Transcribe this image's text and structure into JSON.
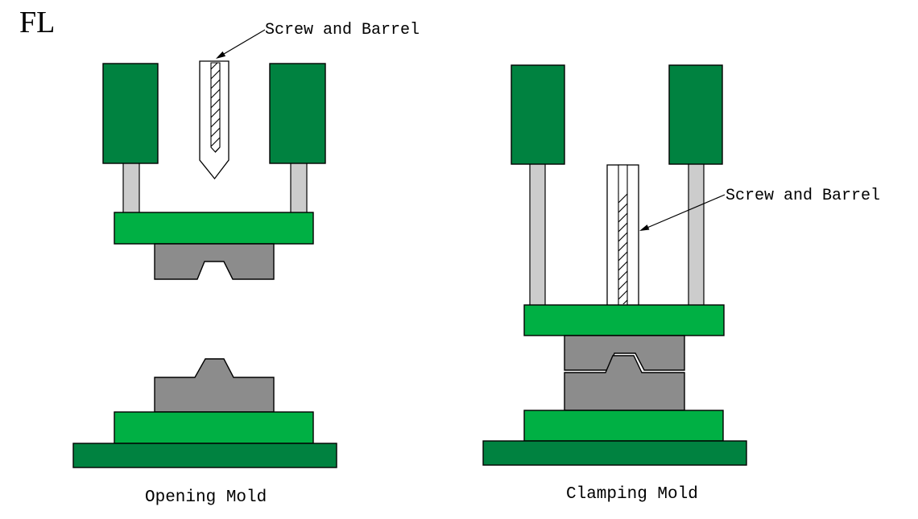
{
  "fl_label": "FL",
  "left_diagram": {
    "annotation": "Screw and Barrel",
    "caption": "Opening Mold"
  },
  "right_diagram": {
    "annotation": "Screw and Barrel",
    "caption": "Clamping Mold"
  },
  "palette": {
    "dark-green": "#008240",
    "bright-green": "#00B044",
    "mold-gray": "#8C8C8C",
    "rod-gray": "#CCCCCC",
    "outline": "#000000",
    "background": "#FFFFFF"
  }
}
